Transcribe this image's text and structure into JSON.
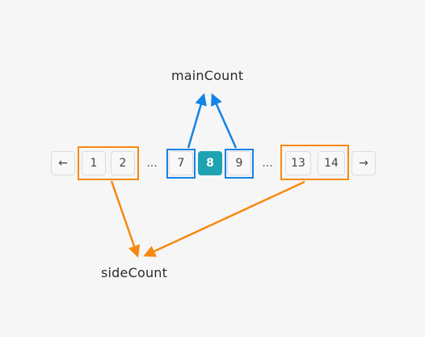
{
  "labels": {
    "main_count": "mainCount",
    "side_count": "sideCount"
  },
  "pagination": {
    "prev_icon": "←",
    "next_icon": "→",
    "ellipsis": "...",
    "pages": [
      "1",
      "2",
      "7",
      "8",
      "9",
      "13",
      "14"
    ],
    "current_page": "8"
  },
  "colors": {
    "side_highlight": "#f5890f",
    "main_highlight": "#1383e6",
    "active_page": "#1fa3b2"
  }
}
